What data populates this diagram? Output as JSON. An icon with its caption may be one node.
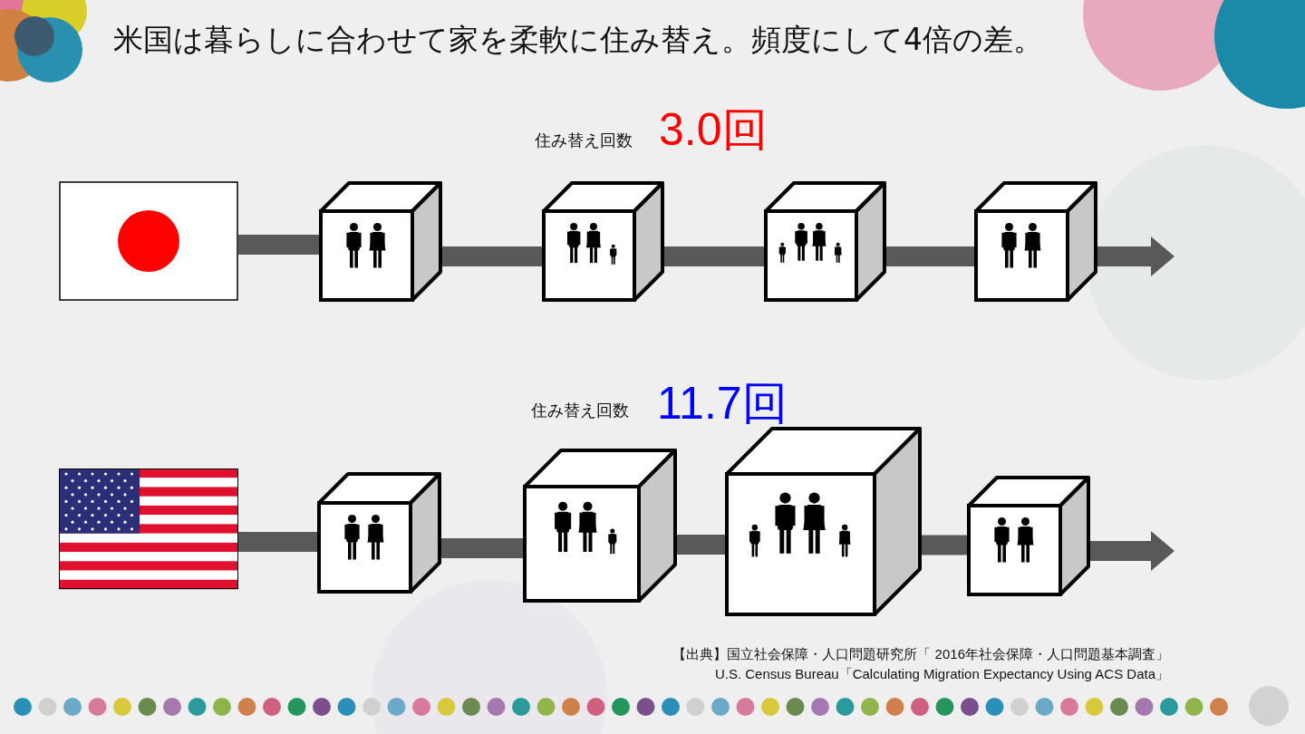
{
  "diagram": {
    "title": "米国は暮らしに合わせて家を柔軟に住み替え。頻度にして4倍の差。",
    "nodes": [
      {
        "text": [],
        "shape": "picture"
      },
      {
        "text": [],
        "shape": "box"
      },
      {
        "text": [],
        "shape": "box"
      },
      {
        "text": [],
        "shape": "box"
      },
      {
        "text": [],
        "shape": "box"
      },
      {
        "text": [],
        "shape": "picture"
      },
      {
        "text": [],
        "shape": "box"
      },
      {
        "text": [],
        "shape": "box"
      },
      {
        "text": [],
        "shape": "box"
      },
      {
        "text": [],
        "shape": "box"
      }
    ],
    "edges": [
      {
        "from": 0,
        "to": 1,
        "arrow": "none"
      },
      {
        "from": 1,
        "to": 2,
        "arrow": "none"
      },
      {
        "from": 2,
        "to": 3,
        "arrow": "none"
      },
      {
        "from": 3,
        "to": 4,
        "arrow": "none"
      },
      {
        "from": 4,
        "to": null,
        "arrow": "to"
      },
      {
        "from": 5,
        "to": 6,
        "arrow": "none"
      },
      {
        "from": 6,
        "to": 7,
        "arrow": "none"
      },
      {
        "from": 7,
        "to": 8,
        "arrow": "none"
      },
      {
        "from": 8,
        "to": 9,
        "arrow": "none"
      },
      {
        "from": 9,
        "to": null,
        "arrow": "to"
      }
    ],
    "labels": [
      "住み替え回数",
      "3.0回",
      "住み替え回数",
      "11.7回",
      "【出典】国立社会保障・人口問題研究所「 2016年社会保障・人口問題基本調査」",
      "U.S. Census Bureau「Calculating Migration Expectancy Using ACS Data」"
    ]
  }
}
